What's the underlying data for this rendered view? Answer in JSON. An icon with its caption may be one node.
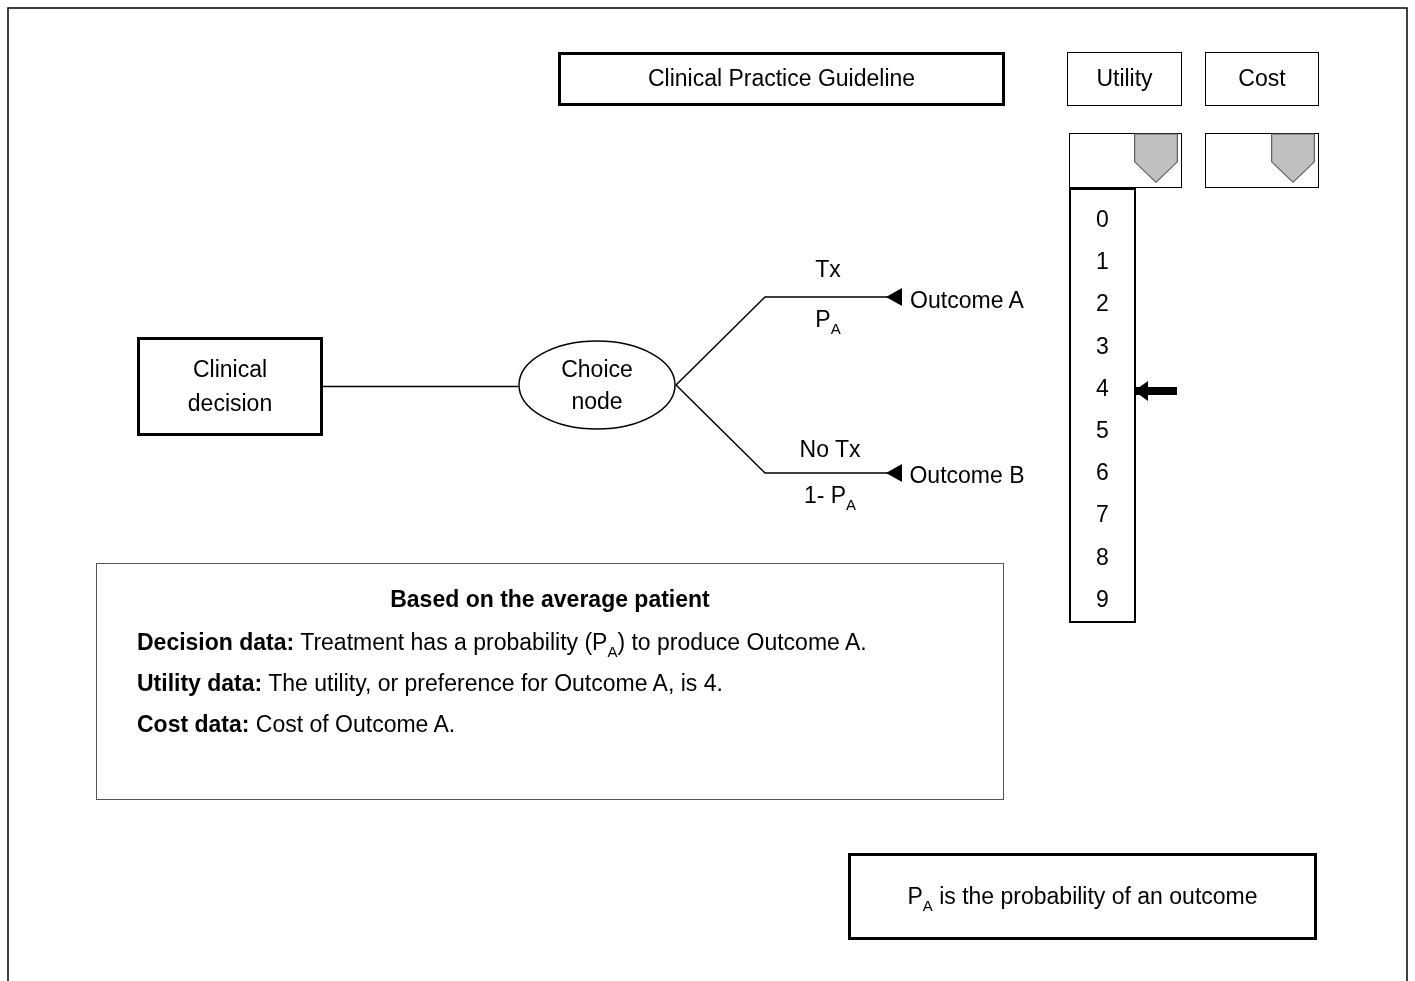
{
  "diagram": {
    "nodes": [
      {
        "text": [
          "Clinical Practice Guideline"
        ]
      },
      {
        "text": [
          "Utility"
        ]
      },
      {
        "text": [
          "Cost"
        ]
      },
      {
        "text": [],
        "shape": "box"
      },
      {
        "text": [],
        "shape": "box"
      },
      {
        "text": [
          "0",
          "1",
          "2",
          "3",
          "4",
          "5",
          "6",
          "7",
          "8",
          "9"
        ]
      },
      {
        "text": [
          "Clinical decision"
        ]
      },
      {
        "text": [
          "Choice node"
        ]
      },
      {
        "text": [
          "Outcome A"
        ]
      },
      {
        "text": [
          "Outcome B"
        ]
      },
      {
        "text": [
          "Based on the average patient",
          "**Decision data:** Treatment has a probability (P$_{A}$) to produce Outcome A.",
          "**Utility data:** The utility, or preference for Outcome A, is 4.",
          "**Cost data:** Cost of Outcome A."
        ]
      },
      {
        "text": [
          "P$_{A}$ is the probability of an outcome"
        ]
      }
    ],
    "edges": [
      {
        "from": 6,
        "to": 7,
        "arrow": "none"
      },
      {
        "from": 7,
        "to": 8,
        "arrow": "other",
        "label": "Tx"
      },
      {
        "from": 7,
        "to": 9,
        "arrow": "other",
        "label": "No Tx"
      },
      {
        "from": null,
        "to": 5,
        "arrow": "to",
        "style": "thick"
      }
    ],
    "labels": [
      "P$_{A}$",
      "1- P$_{A}$"
    ]
  }
}
